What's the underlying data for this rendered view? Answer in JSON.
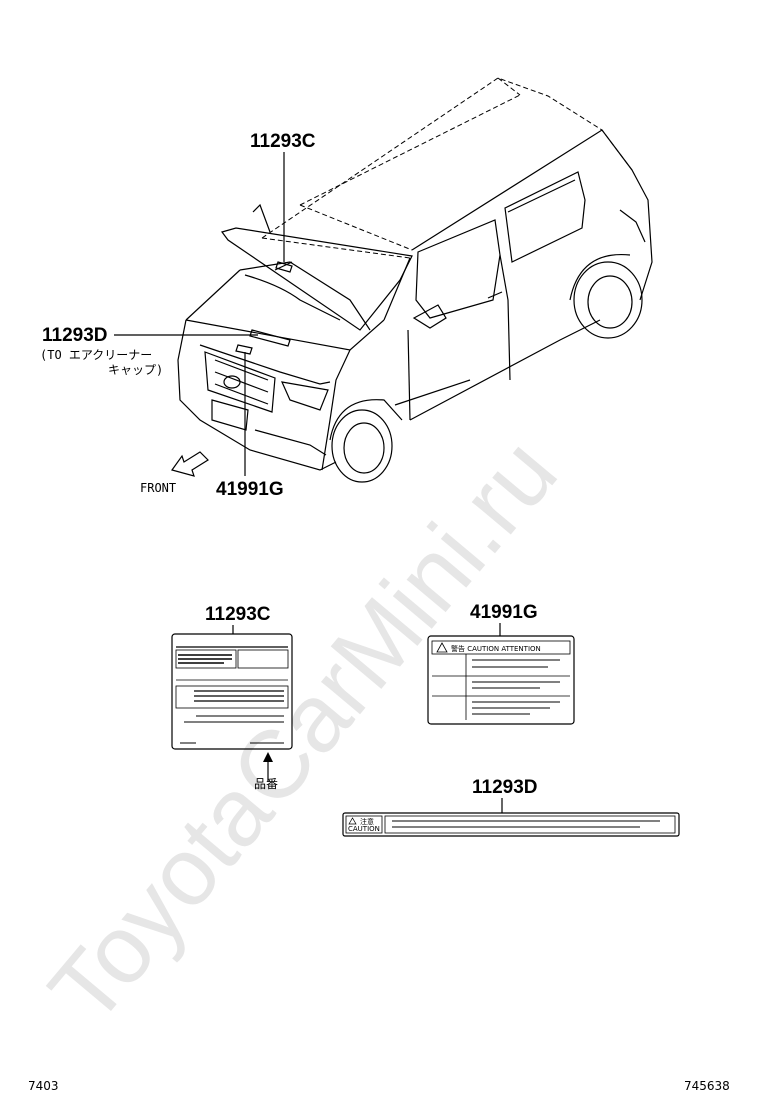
{
  "watermark": "ToyotaCarMini.ru",
  "car_view": {
    "callouts": [
      {
        "part_no": "11293C"
      },
      {
        "part_no": "11293D",
        "note_line1": "(TO エアクリーナー",
        "note_line2": "キャップ)"
      },
      {
        "part_no": "41991G"
      }
    ],
    "front_label": "FRONT"
  },
  "labels": {
    "label_11293C": {
      "part_no": "11293C",
      "marker": "品番"
    },
    "label_41991G": {
      "part_no": "41991G",
      "caution_text": "警告 CAUTION ATTENTION"
    },
    "label_11293D": {
      "part_no": "11293D",
      "caution_text_1": "注意",
      "caution_text_2": "CAUTION"
    }
  },
  "footer": {
    "left_code": "7403",
    "right_code": "745638"
  }
}
